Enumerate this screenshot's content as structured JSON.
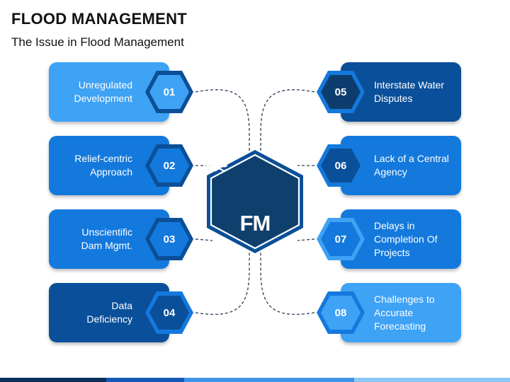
{
  "title": "FLOOD MANAGEMENT",
  "subtitle": "The Issue in Flood Management",
  "center": {
    "label": "FM",
    "icon": "flooded-house-icon"
  },
  "colors": {
    "light": "#3ea2f5",
    "mid": "#1479dd",
    "dark": "#0a4f9a",
    "navy": "#0d3d6e",
    "center_fill": "#0f3f6d"
  },
  "items": [
    {
      "number": "01",
      "label": "Unregulated\nDevelopment",
      "tone": "light"
    },
    {
      "number": "02",
      "label": "Relief-centric\nApproach",
      "tone": "mid"
    },
    {
      "number": "03",
      "label": "Unscientific\nDam Mgmt.",
      "tone": "mid"
    },
    {
      "number": "04",
      "label": "Data\nDeficiency",
      "tone": "dark"
    },
    {
      "number": "05",
      "label": "Interstate Water\nDisputes",
      "tone": "dark"
    },
    {
      "number": "06",
      "label": "Lack of a Central\nAgency",
      "tone": "mid"
    },
    {
      "number": "07",
      "label": "Delays in\nCompletion Of\nProjects",
      "tone": "mid"
    },
    {
      "number": "08",
      "label": "Challenges to\nAccurate\nForecasting",
      "tone": "light"
    }
  ]
}
